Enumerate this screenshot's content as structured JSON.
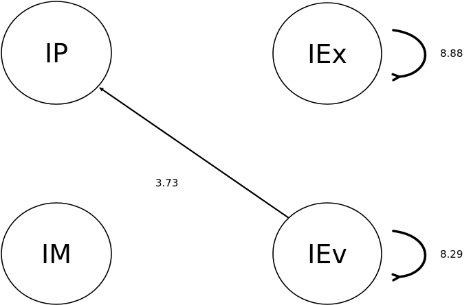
{
  "nodes": {
    "ip": {
      "label": "IP"
    },
    "iex": {
      "label": "IEx"
    },
    "im": {
      "label": "IM"
    },
    "iev": {
      "label": "IEv"
    }
  },
  "edges": {
    "iev_to_ip": {
      "from": "IEv",
      "to": "IP",
      "weight": "3.73"
    }
  },
  "self_loops": {
    "iex": {
      "node": "IEx",
      "weight": "8.88"
    },
    "iev": {
      "node": "IEv",
      "weight": "8.29"
    }
  },
  "colors": {
    "stroke": "#000000",
    "background": "#ffffff"
  }
}
